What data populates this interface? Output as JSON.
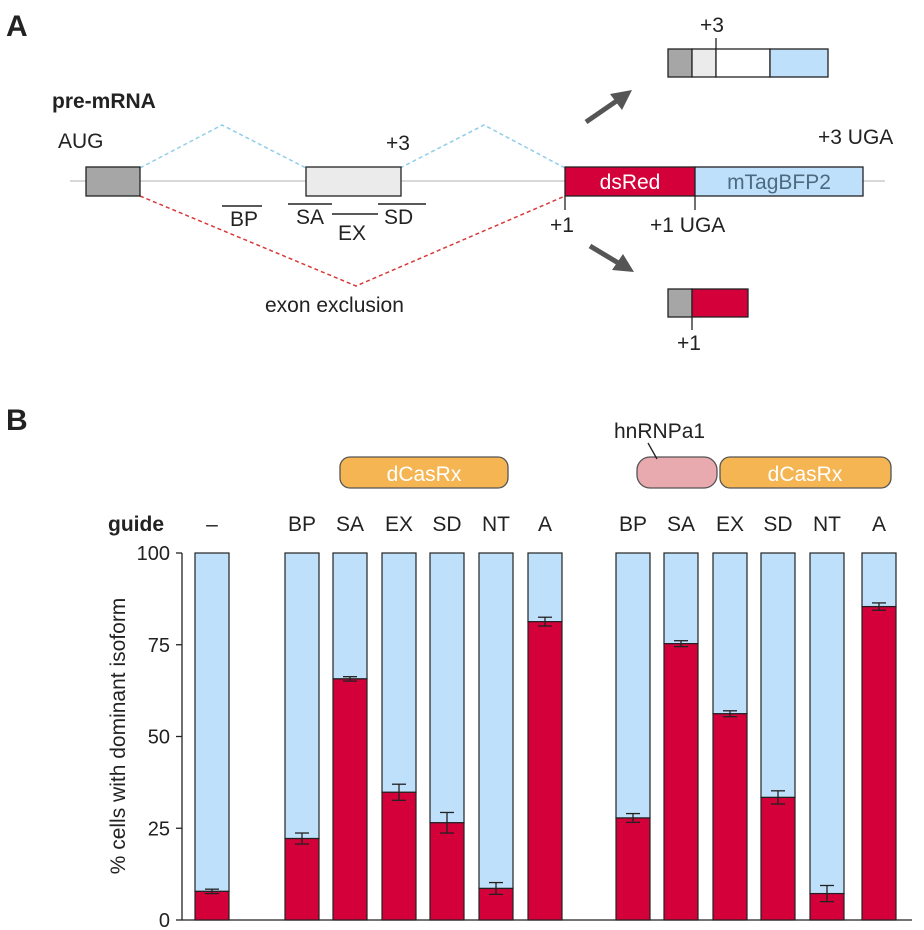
{
  "panel_a": {
    "letter": "A",
    "pre_mrna_label": "pre-mRNA",
    "aug_label": "AUG",
    "plus3_label": "+3",
    "plus3_uga_label": "+3 UGA",
    "plus1_label": "+1",
    "plus1_uga_label": "+1 UGA",
    "plus3_top_label": "+3",
    "plus1_bottom_label": "+1",
    "dsred_label": "dsRed",
    "bfp_label": "mTagBFP2",
    "bp_label": "BP",
    "sa_label": "SA",
    "ex_label": "EX",
    "sd_label": "SD",
    "exclusion_label": "exon exclusion"
  },
  "panel_b": {
    "letter": "B",
    "guide_label": "guide",
    "dcasrx_label": "dCasRx",
    "hnrnpa1_label": "hnRNPa1"
  },
  "colors": {
    "red": "#d3003a",
    "blue": "#bfe0fa",
    "orange": "#f5b553",
    "pink": "#e8aaae",
    "gray": "#a6a6a6",
    "lightgray": "#ebebeb",
    "dashed_blue": "#8fcde9",
    "dashed_red": "#d83a3a"
  },
  "chart_data": {
    "type": "bar",
    "ylabel": "% cells with dominant isoform",
    "ylim": [
      0,
      100
    ],
    "yticks": [
      0,
      25,
      50,
      75,
      100
    ],
    "categories": [
      "–",
      "BP",
      "SA",
      "EX",
      "SD",
      "NT",
      "A",
      "BP",
      "SA",
      "EX",
      "SD",
      "NT",
      "A"
    ],
    "groups": [
      "none",
      "dCasRx",
      "dCasRx",
      "dCasRx",
      "dCasRx",
      "dCasRx",
      "dCasRx",
      "hnRNPa1-dCasRx",
      "hnRNPa1-dCasRx",
      "hnRNPa1-dCasRx",
      "hnRNPa1-dCasRx",
      "hnRNPa1-dCasRx",
      "hnRNPa1-dCasRx"
    ],
    "values": [
      7.8,
      22.2,
      65.7,
      34.8,
      26.5,
      8.6,
      81.3,
      27.8,
      75.3,
      56.2,
      33.4,
      7.2,
      85.4
    ],
    "errors": [
      0.6,
      1.5,
      0.6,
      2.2,
      2.8,
      1.6,
      1.2,
      1.2,
      0.8,
      0.8,
      1.8,
      2.2,
      1.0
    ],
    "stack_total": 100,
    "grid": false
  }
}
